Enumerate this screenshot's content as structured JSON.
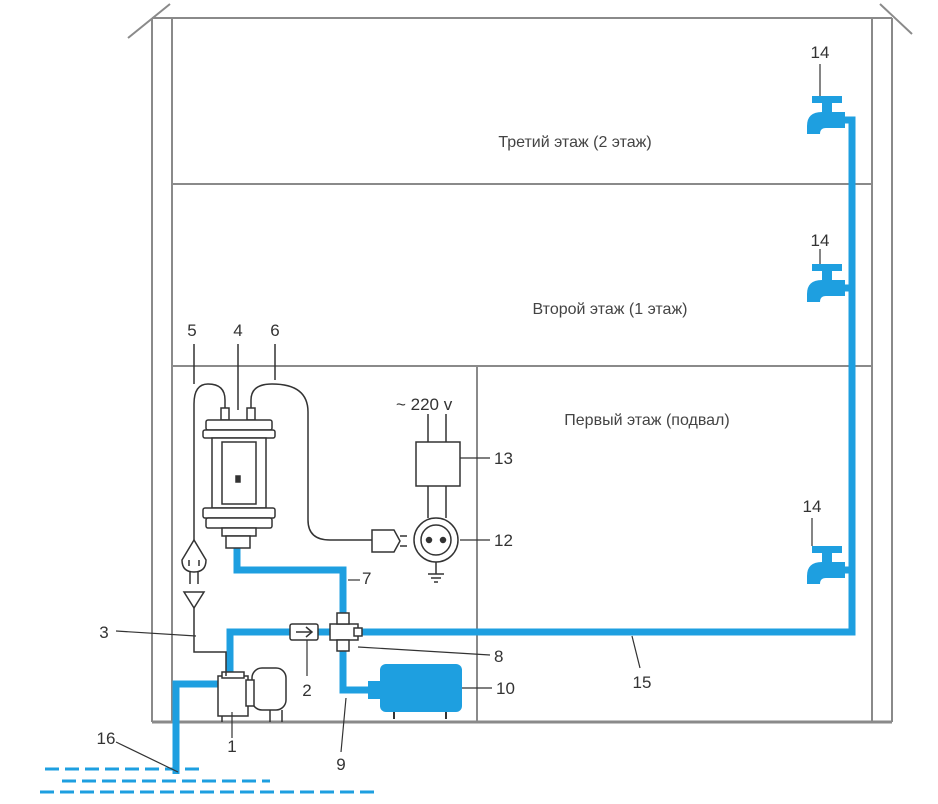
{
  "floors": {
    "third": "Третий этаж (2 этаж)",
    "second": "Второй этаж (1 этаж)",
    "first": "Первый этаж (подвал)"
  },
  "voltage": "~ 220 v",
  "callouts": {
    "c1": "1",
    "c2": "2",
    "c3": "3",
    "c4": "4",
    "c5": "5",
    "c6": "6",
    "c7": "7",
    "c8": "8",
    "c9": "9",
    "c10": "10",
    "c12": "12",
    "c13": "13",
    "c14a": "14",
    "c14b": "14",
    "c14c": "14",
    "c15": "15",
    "c16": "16"
  },
  "colors": {
    "pipe": "#1e9fe0",
    "line": "#444444",
    "wall": "#8a8a8a",
    "water": "#1e9fe0"
  }
}
